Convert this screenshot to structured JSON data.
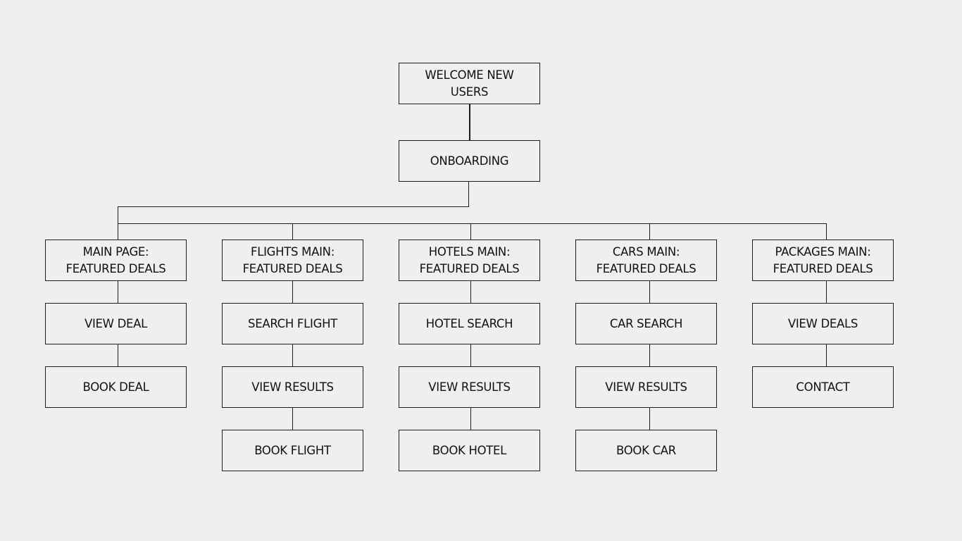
{
  "diagram": {
    "root": {
      "welcome": "WELCOME NEW\nUSERS",
      "onboarding": "ONBOARDING"
    },
    "columns": [
      {
        "title": "MAIN PAGE:\nFEATURED DEALS",
        "steps": [
          "VIEW DEAL",
          "BOOK DEAL"
        ]
      },
      {
        "title": "FLIGHTS MAIN:\nFEATURED DEALS",
        "steps": [
          "SEARCH FLIGHT",
          "VIEW RESULTS",
          "BOOK FLIGHT"
        ]
      },
      {
        "title": "HOTELS MAIN:\nFEATURED DEALS",
        "steps": [
          "HOTEL SEARCH",
          "VIEW RESULTS",
          "BOOK HOTEL"
        ]
      },
      {
        "title": "CARS MAIN:\nFEATURED DEALS",
        "steps": [
          "CAR SEARCH",
          "VIEW RESULTS",
          "BOOK CAR"
        ]
      },
      {
        "title": "PACKAGES MAIN:\nFEATURED DEALS",
        "steps": [
          "VIEW DEALS",
          "CONTACT"
        ]
      }
    ]
  }
}
